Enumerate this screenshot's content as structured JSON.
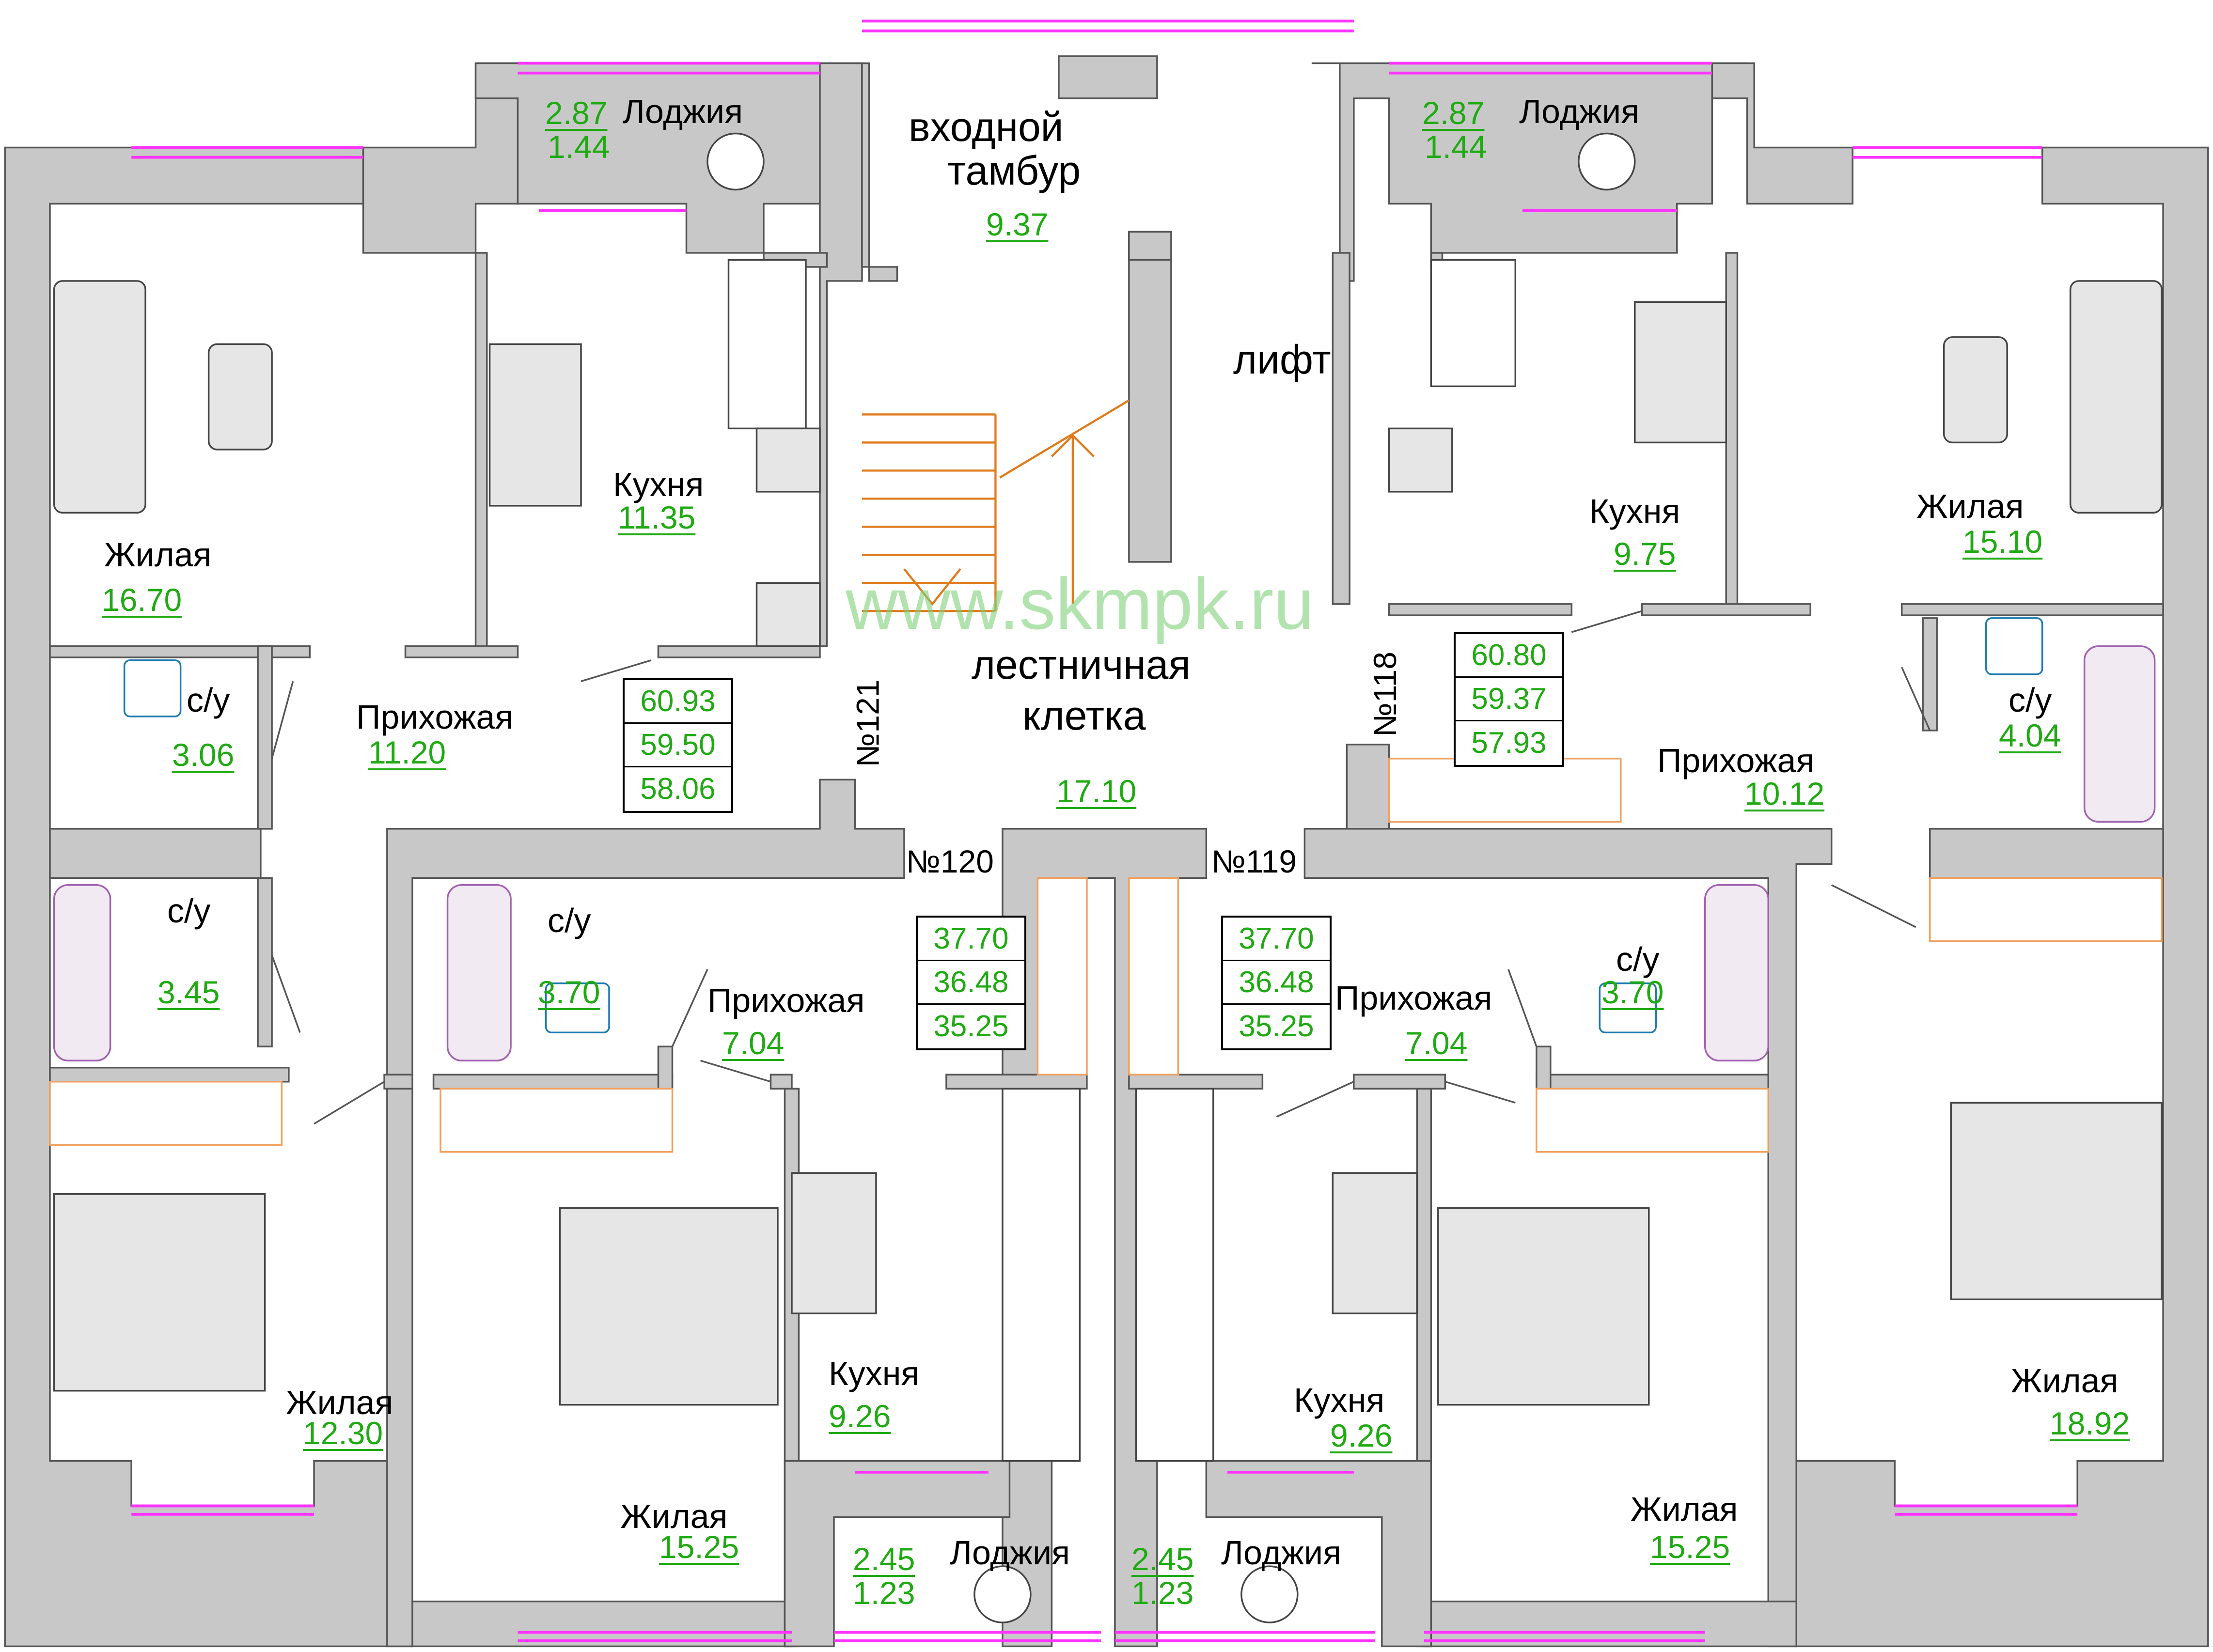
{
  "watermark": "www.skmpk.ru",
  "common": {
    "vestibule_label_1": "входной",
    "vestibule_label_2": "тамбур",
    "vestibule_area": "9.37",
    "lift_label": "лифт",
    "stair_label_1": "лестничная",
    "stair_label_2": "клетка",
    "stair_area": "17.10"
  },
  "apartments": [
    {
      "id": "apt-121",
      "number": "№121",
      "areas": [
        "60.93",
        "59.50",
        "58.06"
      ]
    },
    {
      "id": "apt-118",
      "number": "№118",
      "areas": [
        "60.80",
        "59.37",
        "57.93"
      ]
    },
    {
      "id": "apt-120",
      "number": "№120",
      "areas": [
        "37.70",
        "36.48",
        "35.25"
      ]
    },
    {
      "id": "apt-119",
      "number": "№119",
      "areas": [
        "37.70",
        "36.48",
        "35.25"
      ]
    }
  ],
  "rooms": {
    "loggia_tl": {
      "name": "Лоджия",
      "a1": "2.87",
      "a2": "1.44"
    },
    "loggia_tr": {
      "name": "Лоджия",
      "a1": "2.87",
      "a2": "1.44"
    },
    "loggia_bl": {
      "name": "Лоджия",
      "a1": "2.45",
      "a2": "1.23"
    },
    "loggia_br": {
      "name": "Лоджия",
      "a1": "2.45",
      "a2": "1.23"
    },
    "living_121_a": {
      "name": "Жилая",
      "area": "16.70"
    },
    "kitchen_121": {
      "name": "Кухня",
      "area": "11.35"
    },
    "bath_121_a": {
      "name": "с/у",
      "area": "3.06"
    },
    "hall_121": {
      "name": "Прихожая",
      "area": "11.20"
    },
    "bath_121_b": {
      "name": "с/у",
      "area": "3.45"
    },
    "living_121_b": {
      "name": "Жилая",
      "area": "12.30"
    },
    "bath_120": {
      "name": "с/у",
      "area": "3.70"
    },
    "hall_120": {
      "name": "Прихожая",
      "area": "7.04"
    },
    "kitchen_120": {
      "name": "Кухня",
      "area": "9.26"
    },
    "living_120": {
      "name": "Жилая",
      "area": "15.25"
    },
    "kitchen_118": {
      "name": "Кухня",
      "area": "9.75"
    },
    "living_118_a": {
      "name": "Жилая",
      "area": "15.10"
    },
    "bath_118": {
      "name": "с/у",
      "area": "4.04"
    },
    "hall_118": {
      "name": "Прихожая",
      "area": "10.12"
    },
    "living_118_b": {
      "name": "Жилая",
      "area": "18.92"
    },
    "bath_119": {
      "name": "с/у",
      "area": "3.70"
    },
    "hall_119": {
      "name": "Прихожая",
      "area": "7.04"
    },
    "kitchen_119": {
      "name": "Кухня",
      "area": "9.26"
    },
    "living_119": {
      "name": "Жилая",
      "area": "15.25"
    }
  },
  "colors": {
    "wall": "#c8c8c8",
    "window": "#ff33ff",
    "area_text": "#1faa12",
    "stairs": "#e07a1a",
    "wardrobe": "#f0a060"
  }
}
